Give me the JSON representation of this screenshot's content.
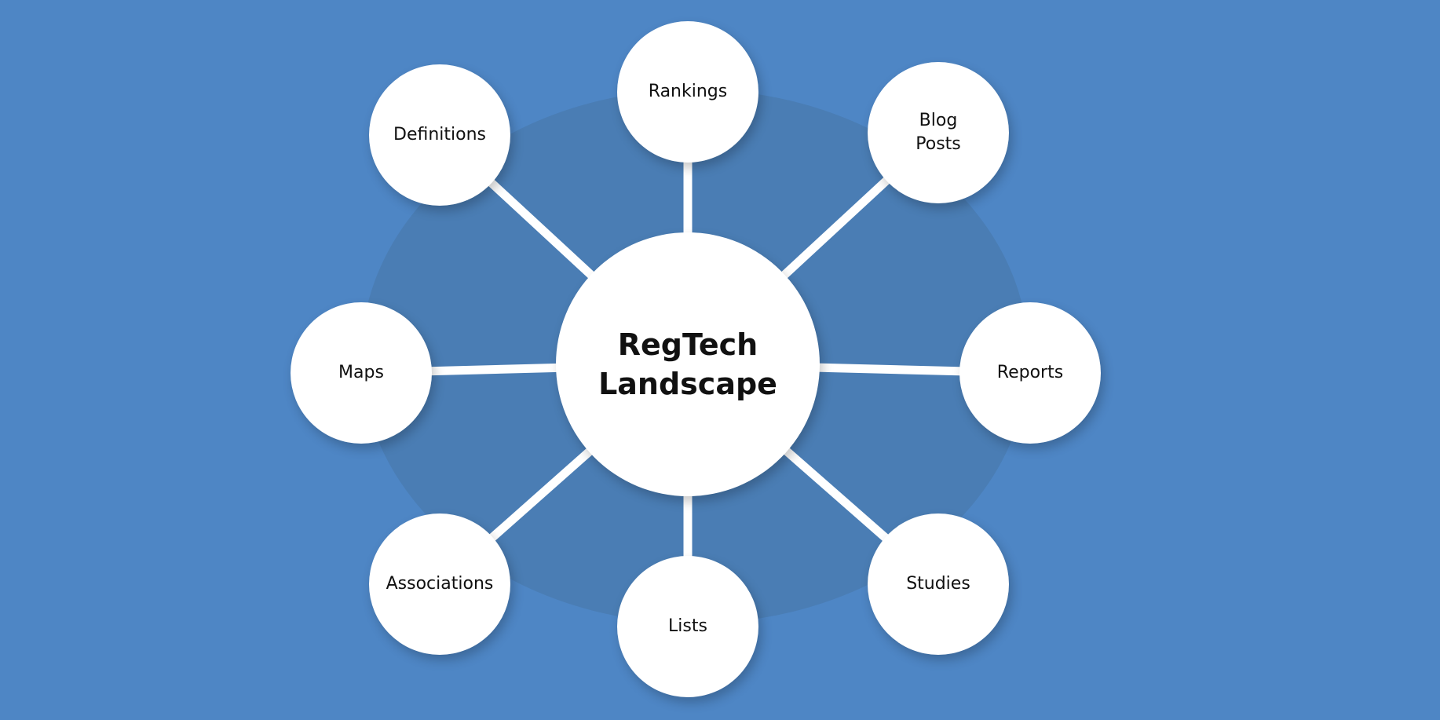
{
  "diagram": {
    "center": {
      "label": "RegTech Landscape"
    },
    "nodes": [
      {
        "id": "rankings",
        "label": "Rankings"
      },
      {
        "id": "blog-posts",
        "label": "Blog Posts"
      },
      {
        "id": "reports",
        "label": "Reports"
      },
      {
        "id": "studies",
        "label": "Studies"
      },
      {
        "id": "lists",
        "label": "Lists"
      },
      {
        "id": "associations",
        "label": "Associations"
      },
      {
        "id": "maps",
        "label": "Maps"
      },
      {
        "id": "definitions",
        "label": "Definitions"
      }
    ]
  },
  "colors": {
    "background": "#4e86c5",
    "backdrop": "#4a7db4",
    "node_fill": "#ffffff",
    "link": "#ffffff",
    "text": "#111111"
  }
}
